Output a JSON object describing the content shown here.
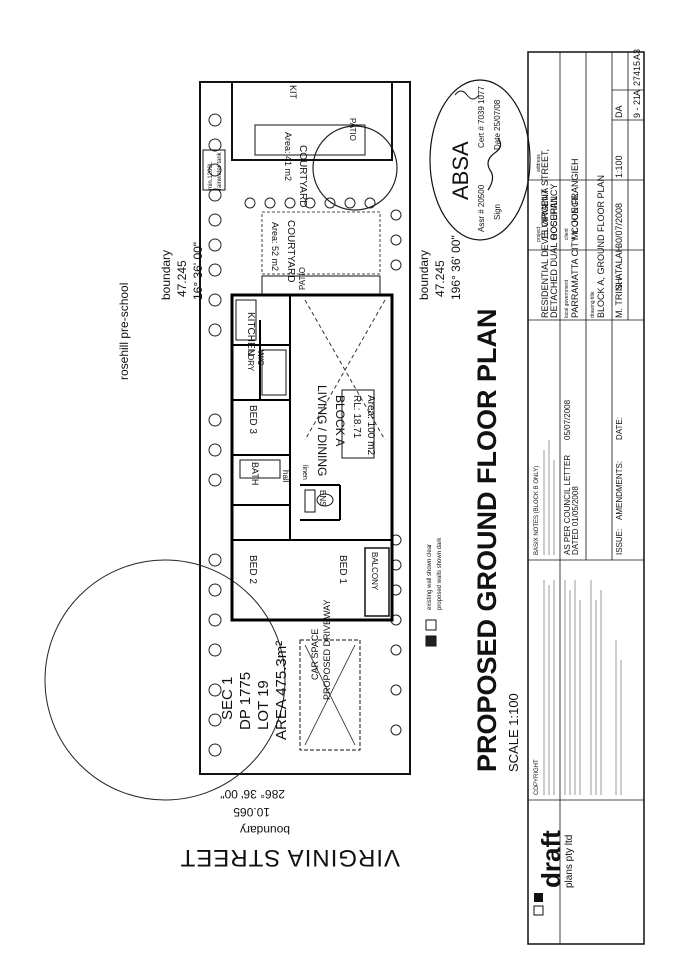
{
  "plan": {
    "title": "PROPOSED GROUND FLOOR PLAN",
    "scale": "SCALE 1:100"
  },
  "site": {
    "neighbour": "rosehill pre-school",
    "street": "VIRGINIA STREET",
    "boundary_top": {
      "label": "boundary",
      "length": "47.245",
      "bearing": "16° 36' 00\""
    },
    "boundary_bottom": {
      "label": "boundary",
      "length": "47.245",
      "bearing": "196° 36' 00\""
    },
    "boundary_left": {
      "label": "boundary",
      "length": "10.065",
      "bearing": "286° 36' 00\""
    },
    "lot": {
      "sec": "SEC 1",
      "dp": "DP 1775",
      "lot": "LOT 19",
      "area": "AREA 475.3m²"
    }
  },
  "rooms": {
    "courtyard_1": {
      "name": "COURTYARD",
      "area": "Area: 52 m2"
    },
    "courtyard_2": {
      "name": "COURTYARD",
      "area": "Area: 41 m2"
    },
    "patio_1": "PATIO",
    "patio_2": "PATIO",
    "kitchen": "KITCHEN",
    "kit": "KIT",
    "bed3": "BED 3",
    "bed2": "BED 2",
    "bed1": "BED 1",
    "bath": "BATH",
    "ens": "ENS",
    "wc": "W/C",
    "laundry": "LDRY",
    "linen": "linen",
    "hall": "hall",
    "balcony": "BALCONY",
    "living": "LIVING / DINING",
    "block": "BLOCK A",
    "rl": "RL: 18.71",
    "block_area": "Area: 100 m2",
    "car_space": "CAR SPACE",
    "driveway": "PROPOSED DRIVEWAY",
    "tank": "rainwater tank",
    "tank_size": "min.1200L"
  },
  "legend": {
    "existing": "existing wall shown clear",
    "proposed": "proposed walls shown dark"
  },
  "stamp": {
    "org": "ABSA",
    "assr": "Assr # 20500",
    "cert": "Cert # 7039 1077",
    "sign": "Sign",
    "date": "Date 25/07/08"
  },
  "title_block": {
    "company": "draft",
    "company_sub": "plans pty ltd",
    "project_label": "project",
    "project": "RESIDENTIAL DEVELOPMENT",
    "project2": "DETACHED DUAL OCCUPANCY",
    "address_label": "address",
    "address": "15 VIRGINIA STREET,",
    "address2": "ROSEHILL",
    "council_label": "local government",
    "council": "PARRAMATTA CITY COUNCIL",
    "client_label": "client",
    "client": "Mr. JOE FRANGIEH",
    "drawing_label": "drawing title",
    "drawing": "BLOCK A, GROUND FLOOR PLAN",
    "drawn": "M. TRINH",
    "checked": "S. ATALAH",
    "date": "30/07/2008",
    "scale": "1:100",
    "status": "DA",
    "sheet": "9 - 21",
    "rev": "A",
    "job": "27415",
    "size": "A3",
    "issue_label": "ISSUE:",
    "amend_label": "AMENDMENTS:",
    "date_label": "DATE:",
    "amend_row": "AS PER COUNCIL LETTER",
    "amend_row2": "DATED 01/05/2008",
    "amend_date": "05/07/2008",
    "basix_title": "BASIX NOTES (BLOCK B ONLY)",
    "copyright": "COPYRIGHT"
  }
}
